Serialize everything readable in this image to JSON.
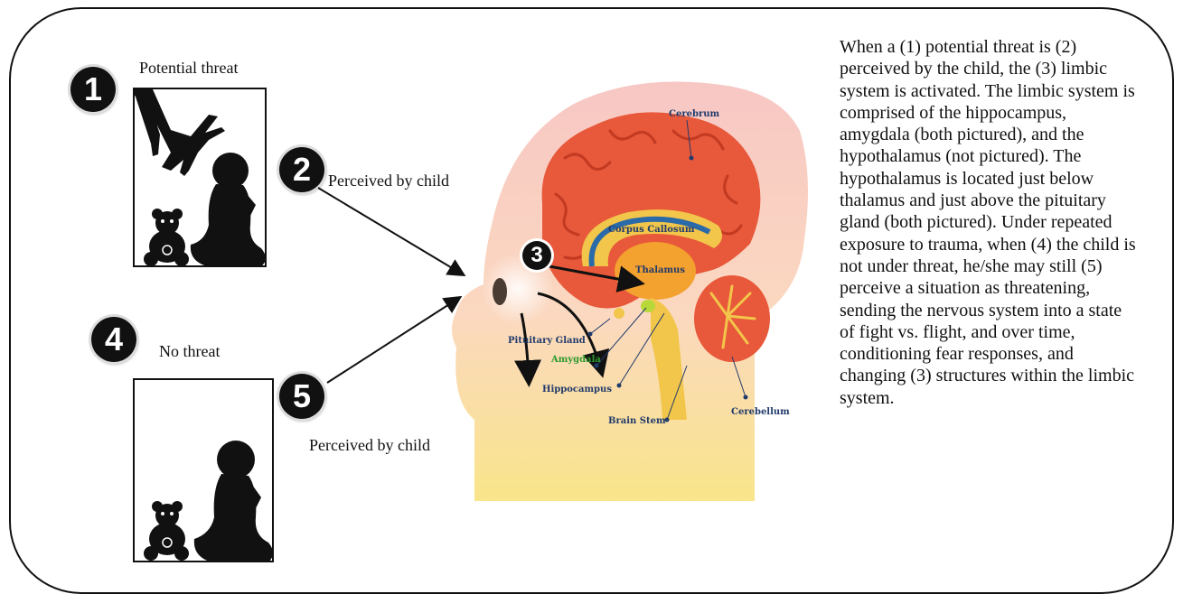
{
  "badges": {
    "b1": "1",
    "b2": "2",
    "b3": "3",
    "b4": "4",
    "b5": "5"
  },
  "labels": {
    "potential_threat": "Potential threat",
    "perceived_top": "Perceived by child",
    "no_threat": "No threat",
    "perceived_bottom": "Perceived by child"
  },
  "brain": {
    "cerebrum": "Cerebrum",
    "corpus_callosum": "Corpus Callosum",
    "thalamus": "Thalamus",
    "pituitary_gland": "Pituitary Gland",
    "amygdala": "Amygdala",
    "hippocampus": "Hippocampus",
    "brain_stem": "Brain Stem",
    "cerebellum": "Cerebellum"
  },
  "description": "When a (1) potential threat is (2) perceived by the child, the (3) limbic system is activated. The limbic system is comprised of the hippocampus, amygdala (both pictured), and the hypothalamus (not pictured). The hypothalamus is located just below thalamus and just above the pituitary gland (both pictured). Under repeated exposure to trauma, when (4) the child is not under threat, he/she may still (5) perceive a situation as threatening, sending the nervous system into a state of fight vs. flight, and over time, conditioning fear responses, and changing (3) structures within the limbic system.",
  "colors": {
    "amygdala": "#2e9a2e",
    "brain_label": "#203a6b",
    "cerebrum": "#e8583a",
    "limbic": "#f2c64a",
    "head_top": "#f7c7c4",
    "head_bottom": "#f9e58a"
  }
}
